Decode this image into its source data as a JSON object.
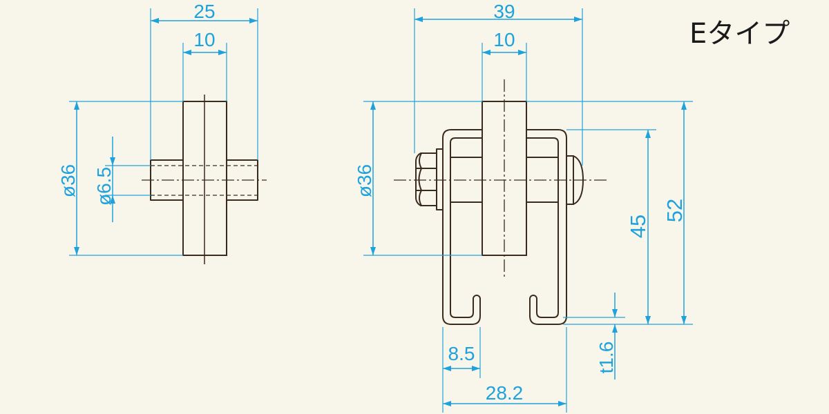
{
  "title": "Eタイプ",
  "left_view": {
    "dim_width": "25",
    "dim_wheel": "10",
    "dim_diameter": "ø36",
    "dim_axle": "ø6.5"
  },
  "right_view": {
    "dim_width": "39",
    "dim_wheel": "10",
    "dim_diameter": "ø36",
    "dim_height_inner": "45",
    "dim_height_total": "52",
    "dim_thickness": "t1.6",
    "dim_lip": "8.5",
    "dim_base": "28.2"
  },
  "colors": {
    "background": "#f8f5ea",
    "outline": "#3a2a1c",
    "dimension": "#1ea2dd",
    "label": "#1a1a1a"
  }
}
